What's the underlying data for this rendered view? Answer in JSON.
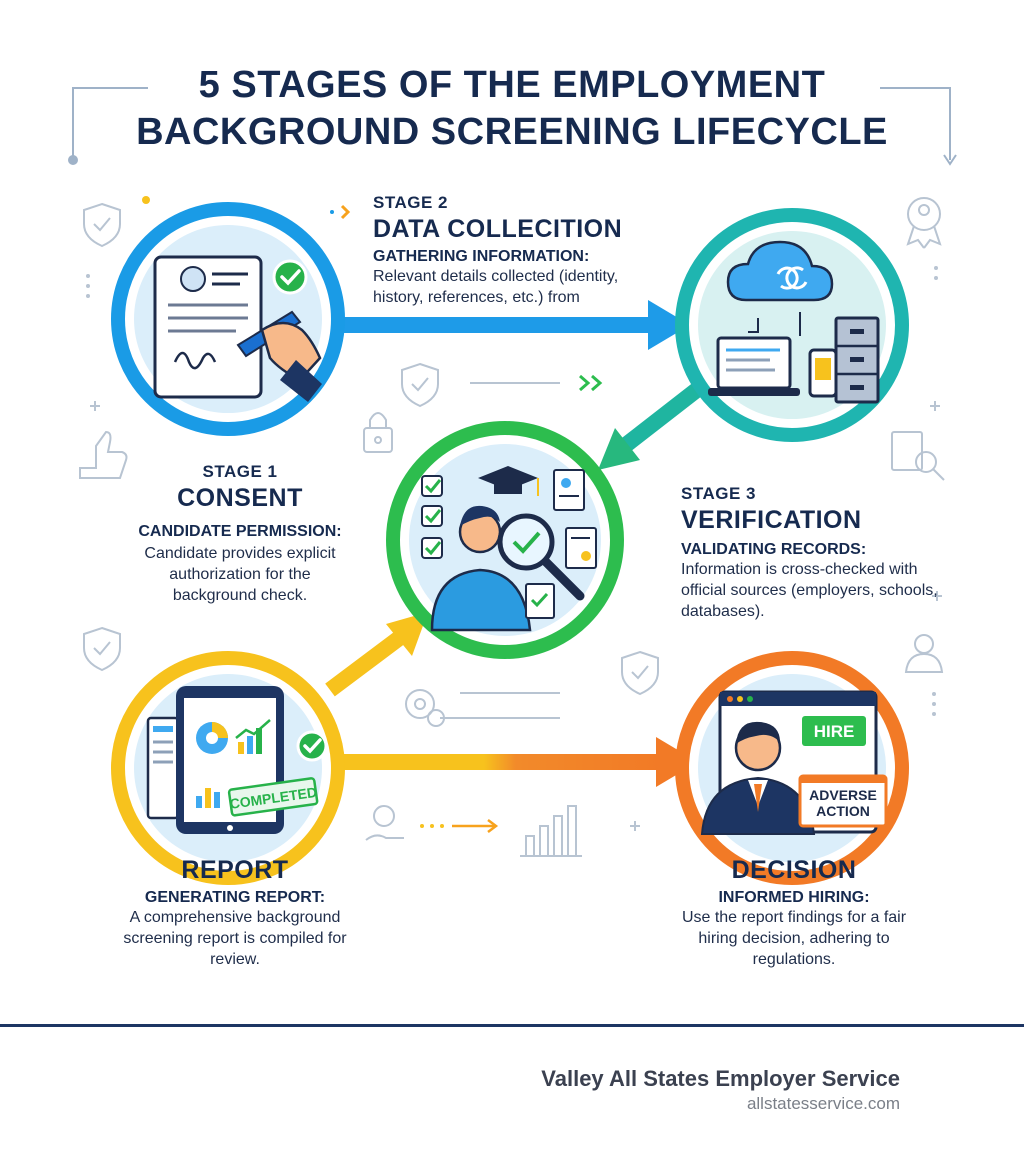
{
  "title": {
    "line1": "5 STAGES OF THE EMPLOYMENT",
    "line2": "BACKGROUND SCREENING LIFECYCLE"
  },
  "stages": [
    {
      "label": "STAGE 1",
      "name": "CONSENT",
      "subtitle": "CANDIDATE PERMISSION:",
      "description": "Candidate provides explicit authorization for the background check.",
      "color": "#1a9be6"
    },
    {
      "label": "STAGE 2",
      "name": "DATA COLLECITION",
      "subtitle": "GATHERING INFORMATION:",
      "description": "Relevant details collected (identity, history, references, etc.) from",
      "color": "#1fb5b0"
    },
    {
      "label": "STAGE 3",
      "name": "VERIFICATION",
      "subtitle": "VALIDATING RECORDS:",
      "description": "Information is cross-checked with official sources (employers, schools, databases).",
      "color": "#2dbd4e"
    },
    {
      "label": "",
      "name": "REPORT",
      "subtitle": "GENERATING REPORT:",
      "description": "A comprehensive background screening report is compiled for review.",
      "color": "#f7c21d"
    },
    {
      "label": "",
      "name": "DECISION",
      "subtitle": "INFORMED HIRING:",
      "description": "Use the report findings for a fair hiring decision, adhering to regulations.",
      "color": "#f27a26"
    }
  ],
  "badges": {
    "completed": "COMPLETED",
    "hire": "HIRE",
    "adverse_line1": "ADVERSE",
    "adverse_line2": "ACTION"
  },
  "footer": {
    "company": "Valley All States Employer Service",
    "url": "allstatesservice.com"
  }
}
